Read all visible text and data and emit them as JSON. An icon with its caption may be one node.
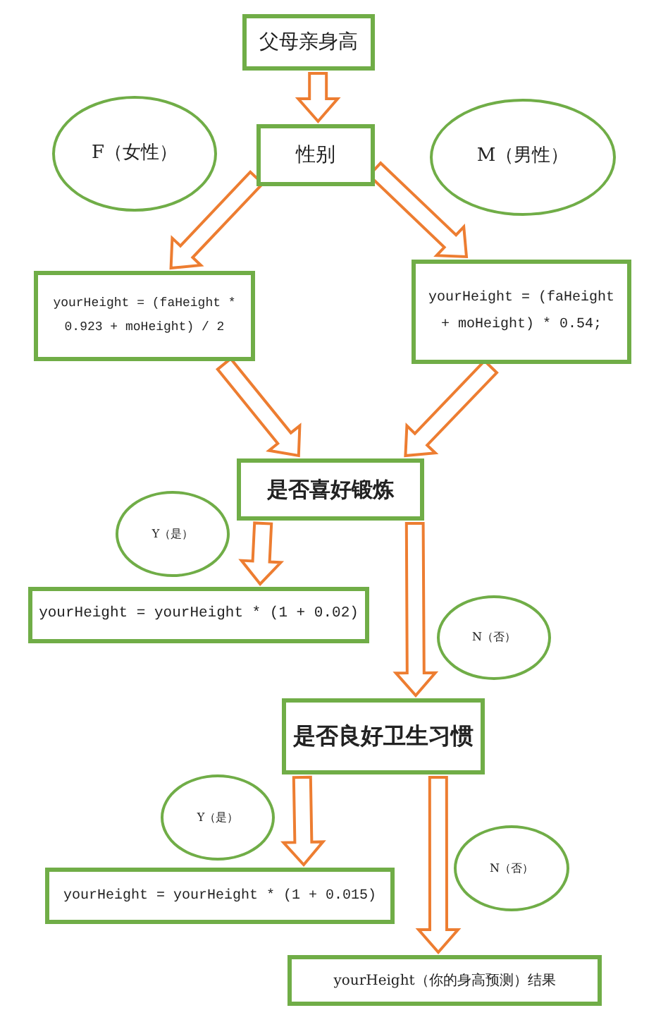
{
  "diagram": {
    "nodes": [
      {
        "text": [
          "父母亲身高"
        ]
      },
      {
        "text": [
          "F（女性）"
        ]
      },
      {
        "text": [
          "性别"
        ]
      },
      {
        "text": [
          "M（男性）"
        ]
      },
      {
        "text": [
          "yourHeight = (faHeight * 0.923 + moHeight) / 2"
        ]
      },
      {
        "text": [
          "yourHeight = (faHeight + moHeight) * 0.54;"
        ]
      },
      {
        "text": [
          "是否喜好锻炼"
        ]
      },
      {
        "text": [
          "Y（是）"
        ]
      },
      {
        "text": [
          "yourHeight = yourHeight * (1 + 0.02)"
        ]
      },
      {
        "text": [
          "N（否）"
        ]
      },
      {
        "text": [
          "是否良好卫生习惯"
        ]
      },
      {
        "text": [
          "Y（是）"
        ]
      },
      {
        "text": [
          "yourHeight = yourHeight * (1 + 0.015)"
        ]
      },
      {
        "text": [
          "N（否）"
        ]
      },
      {
        "text": [
          "yourHeight（你的身高预测）结果"
        ]
      }
    ],
    "edges": [
      {
        "from": 0,
        "to": 2,
        "arrow": "to"
      },
      {
        "from": 2,
        "to": 4,
        "arrow": "to"
      },
      {
        "from": 2,
        "to": 5,
        "arrow": "to"
      },
      {
        "from": 4,
        "to": 6,
        "arrow": "to"
      },
      {
        "from": 5,
        "to": 6,
        "arrow": "to"
      },
      {
        "from": 6,
        "to": 8,
        "arrow": "to"
      },
      {
        "from": 6,
        "to": 10,
        "arrow": "to"
      },
      {
        "from": 10,
        "to": 12,
        "arrow": "to"
      },
      {
        "from": 10,
        "to": 14,
        "arrow": "to"
      }
    ]
  }
}
